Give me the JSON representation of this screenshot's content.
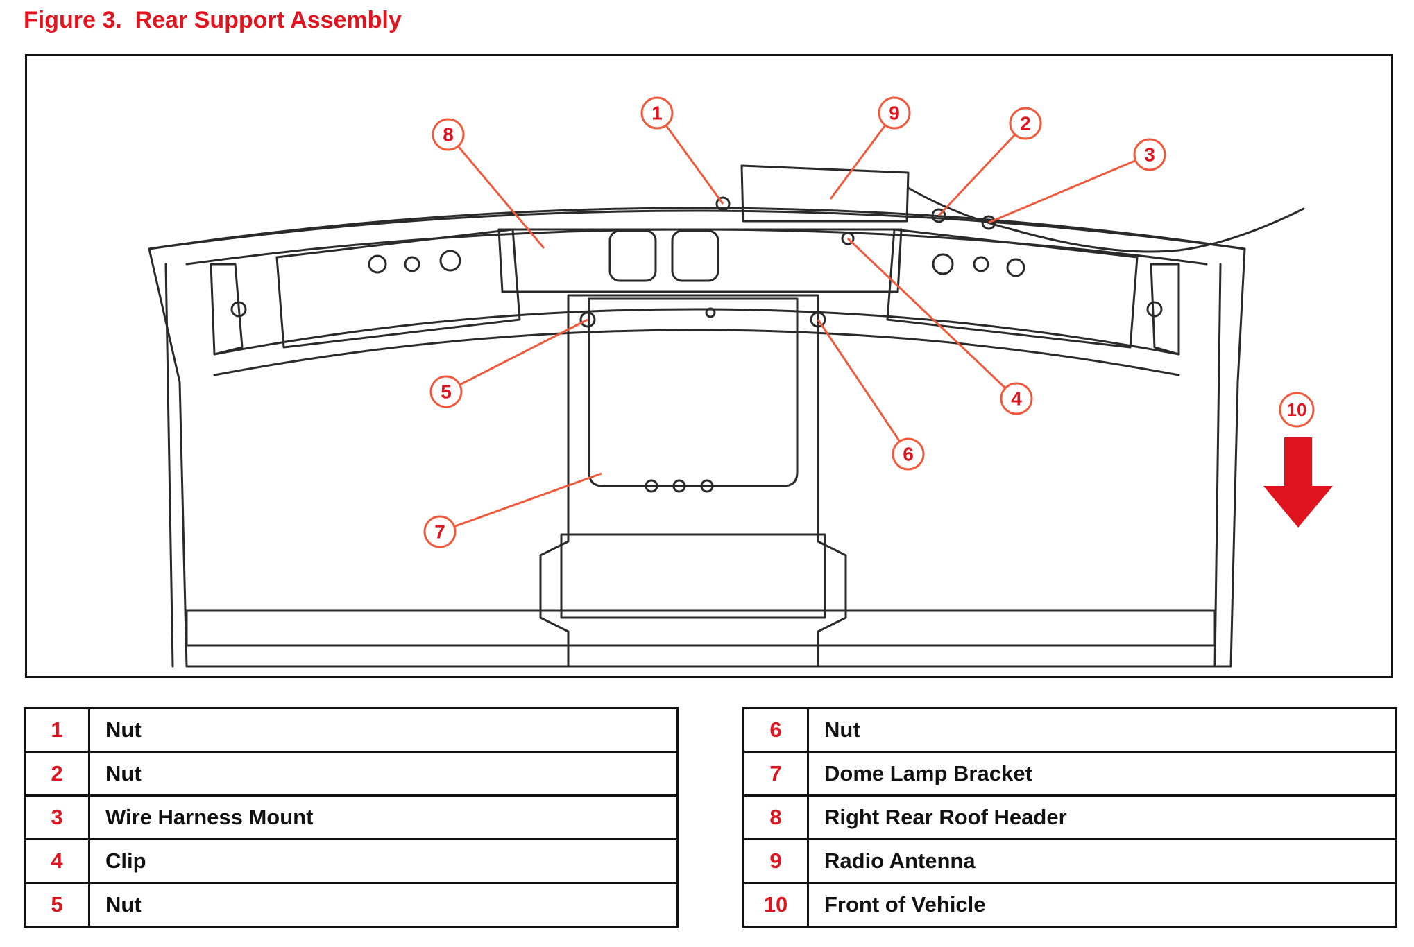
{
  "figure": {
    "title": "Figure 3.  Rear Support Assembly"
  },
  "colors": {
    "accent": "#e0141e",
    "outline": "#111111",
    "callout": "#f05a3c"
  },
  "callouts": [
    "1",
    "2",
    "3",
    "4",
    "5",
    "6",
    "7",
    "8",
    "9",
    "10"
  ],
  "legend": {
    "left": [
      {
        "num": "1",
        "label": "Nut"
      },
      {
        "num": "2",
        "label": "Nut"
      },
      {
        "num": "3",
        "label": "Wire Harness Mount"
      },
      {
        "num": "4",
        "label": "Clip"
      },
      {
        "num": "5",
        "label": "Nut"
      }
    ],
    "right": [
      {
        "num": "6",
        "label": "Nut"
      },
      {
        "num": "7",
        "label": "Dome Lamp Bracket"
      },
      {
        "num": "8",
        "label": "Right Rear Roof Header"
      },
      {
        "num": "9",
        "label": "Radio Antenna"
      },
      {
        "num": "10",
        "label": "Front of Vehicle"
      }
    ]
  }
}
